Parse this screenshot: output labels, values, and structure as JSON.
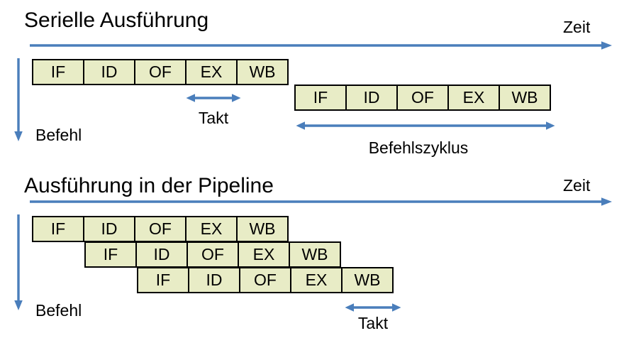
{
  "colors": {
    "background": "#ffffff",
    "box_fill": "#e8ecc6",
    "box_border": "#000000",
    "arrow_blue": "#4a7ebb",
    "text": "#000000"
  },
  "sections": [
    {
      "title": "Serielle Ausführung",
      "time_label": "Zeit",
      "instruction_label": "Befehl",
      "takt_label": "Takt",
      "cycle_label": "Befehlszyklus",
      "rows": [
        [
          "IF",
          "ID",
          "OF",
          "EX",
          "WB"
        ],
        [
          "IF",
          "ID",
          "OF",
          "EX",
          "WB"
        ]
      ]
    },
    {
      "title": "Ausführung in der Pipeline",
      "time_label": "Zeit",
      "instruction_label": "Befehl",
      "takt_label": "Takt",
      "rows": [
        [
          "IF",
          "ID",
          "OF",
          "EX",
          "WB"
        ],
        [
          "IF",
          "ID",
          "OF",
          "EX",
          "WB"
        ],
        [
          "IF",
          "ID",
          "OF",
          "EX",
          "WB"
        ]
      ]
    }
  ]
}
